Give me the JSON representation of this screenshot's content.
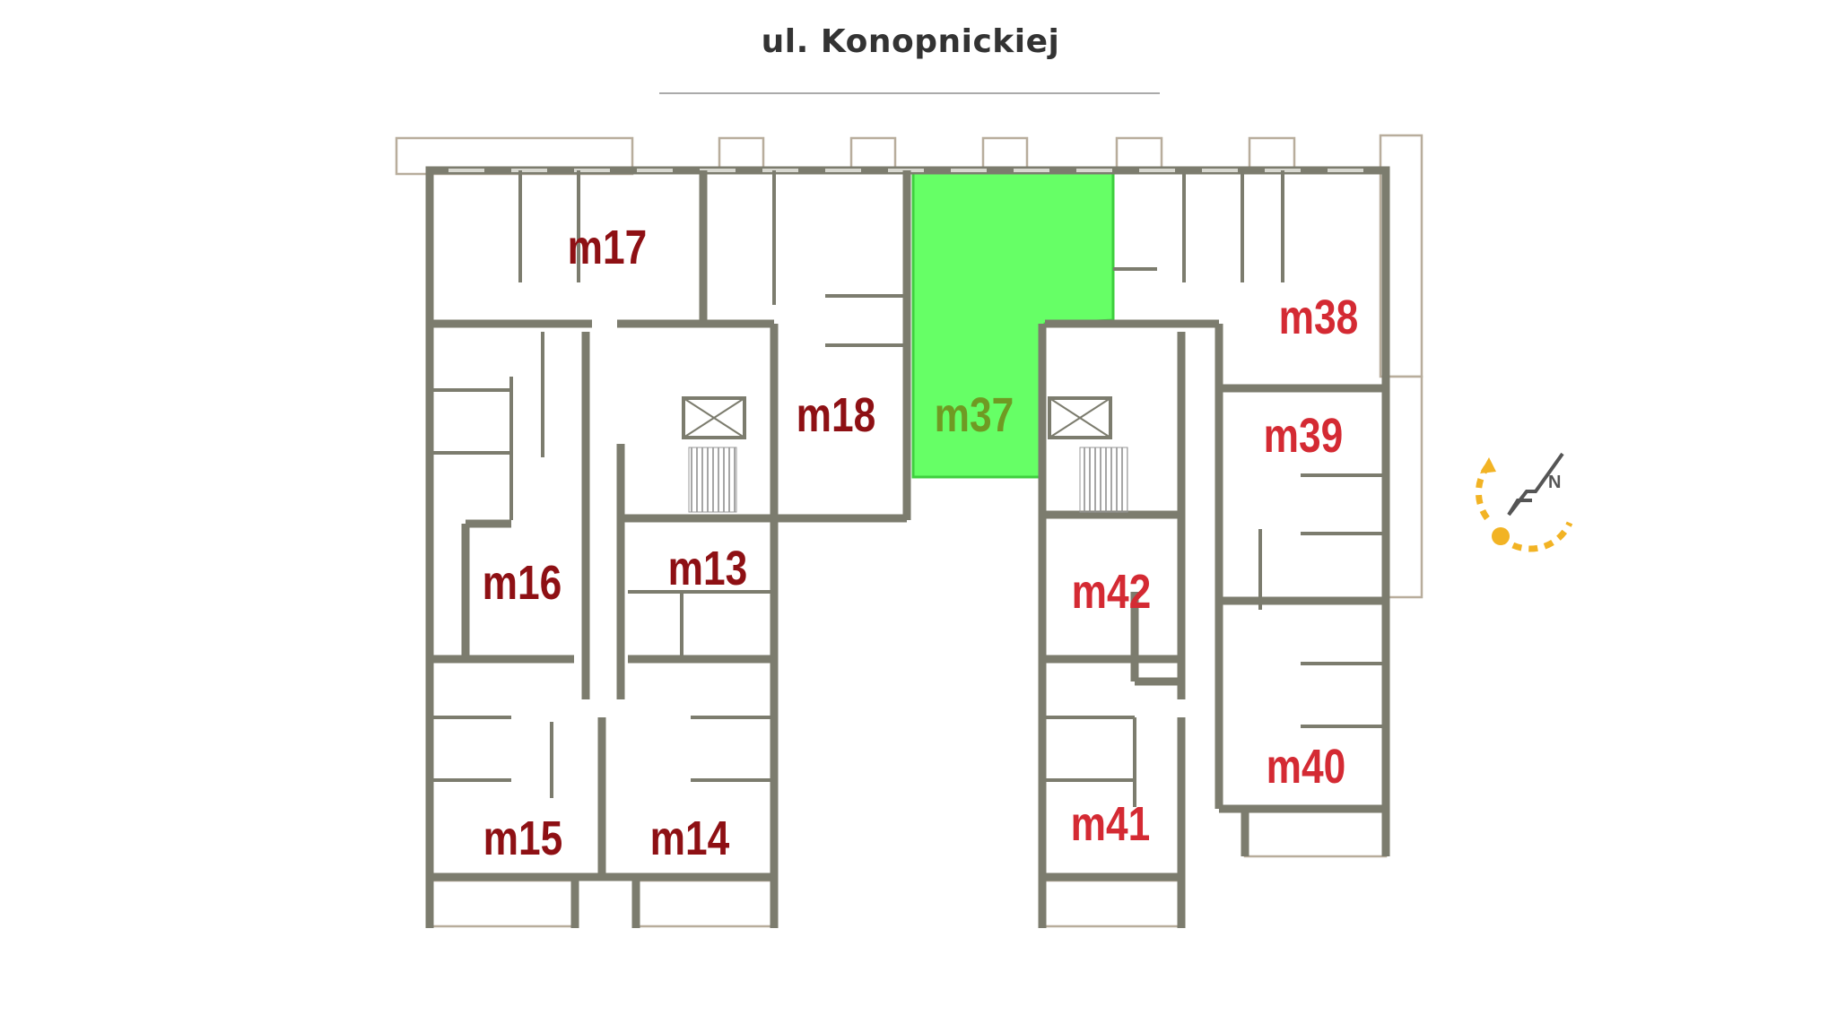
{
  "street": {
    "name": "ul. Konopnickiej"
  },
  "units": [
    {
      "id": "m17",
      "label": "m17",
      "state": "available"
    },
    {
      "id": "m18",
      "label": "m18",
      "state": "available"
    },
    {
      "id": "m37",
      "label": "m37",
      "state": "selected"
    },
    {
      "id": "m38",
      "label": "m38",
      "state": "other"
    },
    {
      "id": "m39",
      "label": "m39",
      "state": "other"
    },
    {
      "id": "m16",
      "label": "m16",
      "state": "available"
    },
    {
      "id": "m13",
      "label": "m13",
      "state": "available"
    },
    {
      "id": "m42",
      "label": "m42",
      "state": "other"
    },
    {
      "id": "m15",
      "label": "m15",
      "state": "available"
    },
    {
      "id": "m14",
      "label": "m14",
      "state": "available"
    },
    {
      "id": "m41",
      "label": "m41",
      "state": "other"
    },
    {
      "id": "m40",
      "label": "m40",
      "state": "other"
    }
  ],
  "compass": {
    "icon": "north-compass-icon",
    "north_label": "N"
  },
  "colors": {
    "selected_fill": "#66ff66",
    "dark_label": "#8e1014",
    "red_label": "#d42a33",
    "selected_label": "#6f9a23",
    "wall": "#7c7c6e",
    "compass_accent": "#f2b324"
  }
}
